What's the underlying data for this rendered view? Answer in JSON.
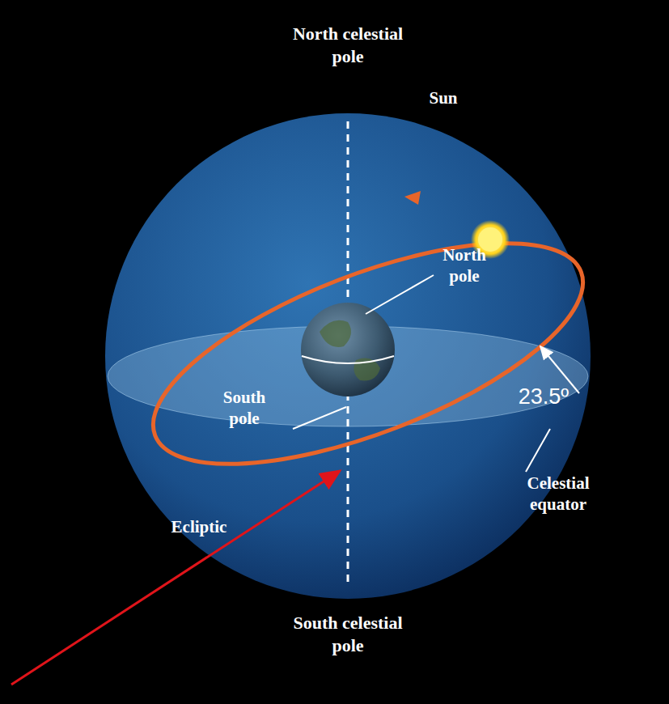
{
  "diagram": {
    "labels": [
      "North celestial pole",
      "Sun",
      "North pole",
      "23.5º",
      "South pole",
      "Celestial equator",
      "Ecliptic",
      "South celestial pole"
    ]
  }
}
